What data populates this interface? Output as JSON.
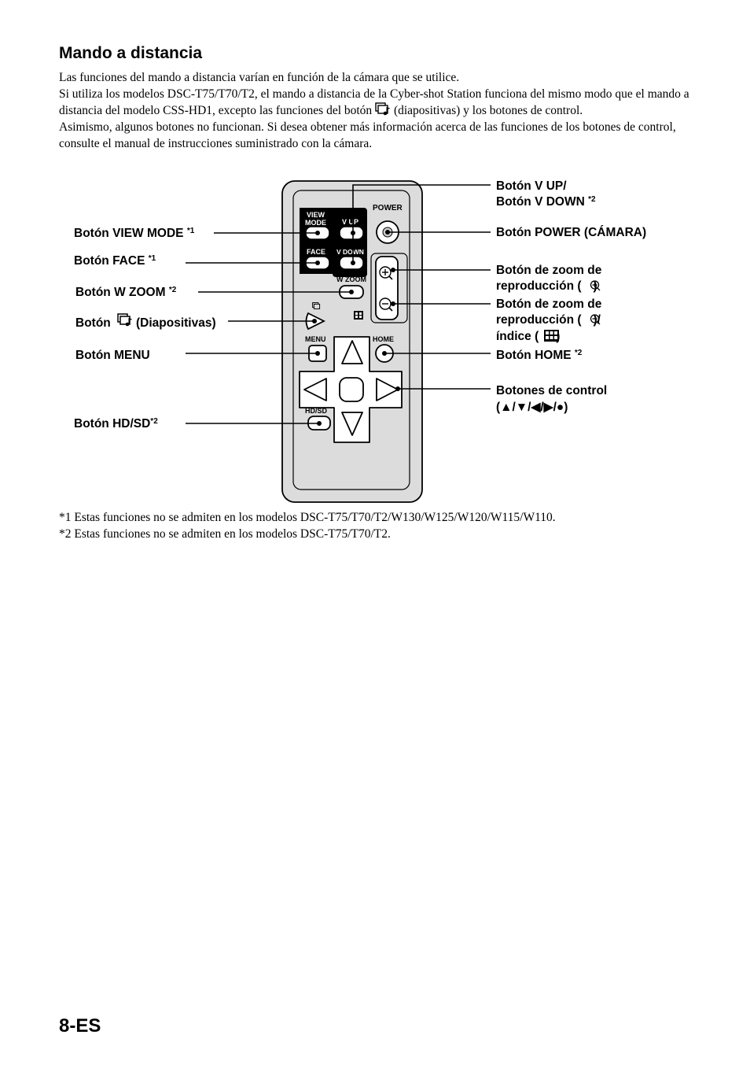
{
  "heading": "Mando a distancia",
  "intro": {
    "line1": "Las funciones del mando a distancia varían en función de la cámara que se utilice.",
    "line2_before": "Si utiliza los modelos DSC-T75/T70/T2, el mando a distancia de la Cyber-shot Station funciona del mismo modo que el mando a distancia del modelo CSS-HD1, excepto las funciones del botón",
    "line2_after": "(diapositivas) y los botones de control.",
    "line3": "Asimismo, algunos botones no funcionan. Si desea obtener más información acerca de las funciones de los botones de control, consulte el manual de instrucciones suministrado con la cámara."
  },
  "remote": {
    "view_mode_l1": "VIEW",
    "view_mode_l2": "MODE",
    "v_up": "V UP",
    "face": "FACE",
    "v_down": "V DOWN",
    "power": "POWER",
    "w_zoom": "W ZOOM",
    "menu": "MENU",
    "home": "HOME",
    "hd_sd": "HD/SD"
  },
  "labels": {
    "view_mode": "Botón VIEW MODE",
    "view_mode_note": "*1",
    "face": "Botón FACE",
    "face_note": "*1",
    "w_zoom": "Botón W ZOOM",
    "w_zoom_note": "*2",
    "slideshow_pre": "Botón",
    "slideshow_post": "(Diapositivas)",
    "menu": "Botón MENU",
    "hd_sd": "Botón HD/SD",
    "hd_sd_note": "*2",
    "v_up_l1": "Botón V UP/",
    "v_up_l2": "Botón V DOWN",
    "v_up_note": "*2",
    "power": "Botón POWER (CÁMARA)",
    "zoom_in_l1": "Botón de zoom de",
    "zoom_in_l2_pre": "reproducción (",
    "zoom_in_l2_post": ")",
    "zoom_out_l1": "Botón de zoom de",
    "zoom_out_l2_pre": "reproducción (",
    "zoom_out_l2_post": ")/",
    "zoom_out_l3_pre": "índice (",
    "zoom_out_l3_post": ")",
    "home": "Botón HOME",
    "home_note": "*2",
    "control_l1": "Botones de control",
    "control_l2": "(▲/▼/◀/▶/●)"
  },
  "footnotes": [
    "*1 Estas funciones no se admiten en los modelos DSC-T75/T70/T2/W130/W125/W120/W115/W110.",
    "*2 Estas funciones no se admiten en los modelos DSC-T75/T70/T2."
  ],
  "page_number": "8-ES",
  "icons": [
    "slideshow-icon",
    "zoom-in-icon",
    "zoom-out-icon",
    "index-icon"
  ]
}
